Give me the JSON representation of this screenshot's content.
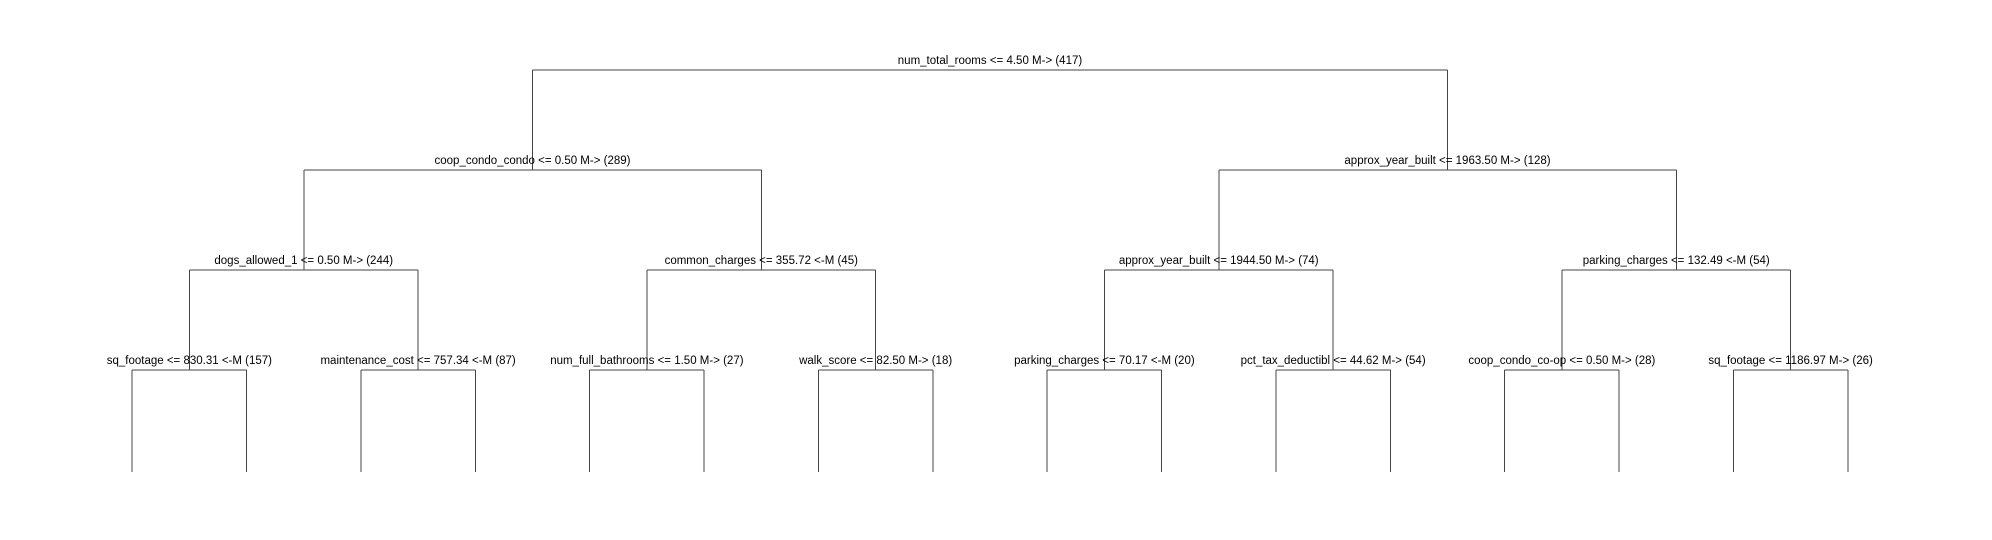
{
  "tree": {
    "label": "num_total_rooms <= 4.50 M-> (417)",
    "children": [
      {
        "label": "coop_condo_condo <= 0.50 M-> (289)",
        "children": [
          {
            "label": "dogs_allowed_1 <= 0.50 M-> (244)",
            "children": [
              {
                "label": "sq_footage <= 830.31 <-M (157)",
                "children": []
              },
              {
                "label": "maintenance_cost <= 757.34 <-M (87)",
                "children": []
              }
            ]
          },
          {
            "label": "common_charges <= 355.72 <-M (45)",
            "children": [
              {
                "label": "num_full_bathrooms <= 1.50 M-> (27)",
                "children": []
              },
              {
                "label": "walk_score <= 82.50 M-> (18)",
                "children": []
              }
            ]
          }
        ]
      },
      {
        "label": "approx_year_built <= 1963.50 M-> (128)",
        "children": [
          {
            "label": "approx_year_built <= 1944.50 M-> (74)",
            "children": [
              {
                "label": "parking_charges <= 70.17 <-M (20)",
                "children": []
              },
              {
                "label": "pct_tax_deductibl <= 44.62 M-> (54)",
                "children": []
              }
            ]
          },
          {
            "label": "parking_charges <= 132.49 <-M (54)",
            "children": [
              {
                "label": "coop_condo_co-op <= 0.50 M-> (28)",
                "children": []
              },
              {
                "label": "sq_footage <= 1186.97 M-> (26)",
                "children": []
              }
            ]
          }
        ]
      }
    ]
  }
}
